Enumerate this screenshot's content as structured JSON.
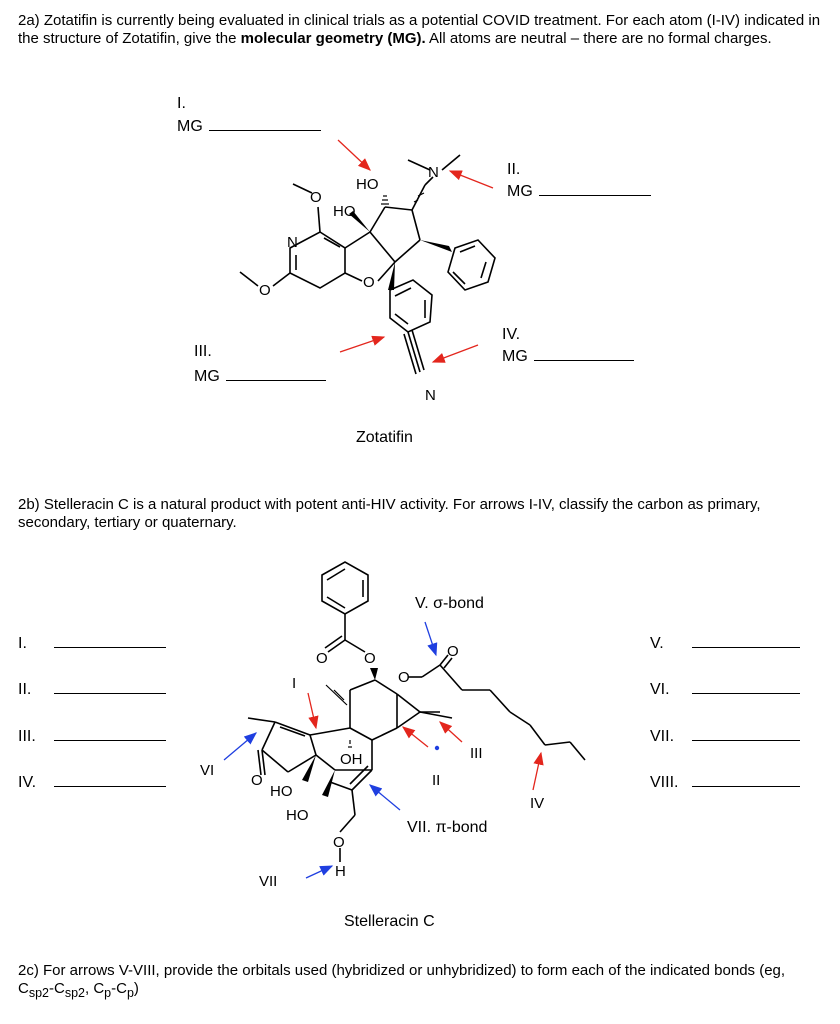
{
  "q2a": {
    "pre": "2a) Zotatifin is currently being evaluated in clinical trials as a potential COVID treatment. For each atom (I-IV) indicated in the structure of Zotatifin, give the ",
    "bold": "molecular geometry (MG).",
    "post": " All atoms are neutral – there are no formal charges.",
    "labels": {
      "i": "I.",
      "ii": "II.",
      "iii": "III.",
      "iv": "IV.",
      "mg": "MG"
    },
    "name": "Zotatifin",
    "atoms": {
      "ho1": "HO",
      "ho2": "HO",
      "n_amine": "N",
      "n_pyr": "N",
      "o1": "O",
      "o2": "O",
      "o3": "O",
      "n_nitrile": "N"
    }
  },
  "q2b": {
    "text": "2b) Stelleracin C is a natural product with potent anti-HIV activity. For arrows I-IV, classify the carbon as primary, secondary, tertiary or quaternary.",
    "left": [
      "I.",
      "II.",
      "III.",
      "IV."
    ],
    "right": [
      "V.",
      "VI.",
      "VII.",
      "VIII."
    ],
    "annotations": {
      "sigma": "V. σ-bond",
      "pi": "VII. π-bond",
      "i": "I",
      "ii": "II",
      "iii": "III",
      "iv": "IV",
      "vi": "VI",
      "vii": "VII"
    },
    "atoms": {
      "o_a": "O",
      "o_b": "O",
      "o_c": "O",
      "o_d": "O",
      "oh": "OH",
      "ho1": "HO",
      "ho2": "HO",
      "o_ring": "O",
      "o_chain": "O",
      "h": "H"
    },
    "name": "Stelleracin C"
  },
  "q2c": {
    "pre": "2c) For arrows V-VIII, provide the orbitals used (hybridized or unhybridized) to form each of the indicated bonds (eg, C",
    "s1": "sp2",
    "mid1": "-C",
    "s2": "sp2",
    "mid2": ", C",
    "s3": "p",
    "mid3": "-C",
    "s4": "p",
    "post": ")"
  }
}
